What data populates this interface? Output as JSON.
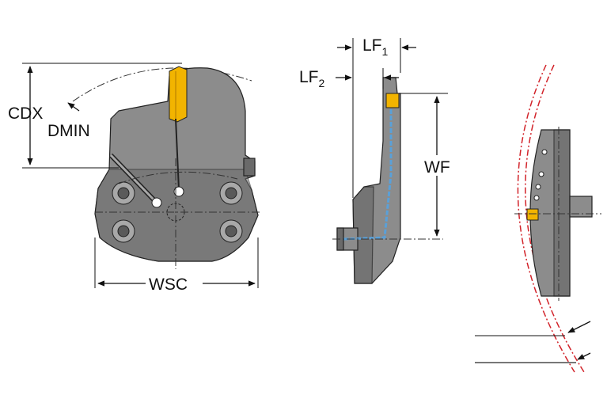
{
  "labels": {
    "cdx": "CDX",
    "dmin": "DMIN",
    "wsc": "WSC",
    "lf1": "LF",
    "lf1_sub": "1",
    "lf2": "LF",
    "lf2_sub": "2",
    "wf": "WF"
  },
  "colors": {
    "body": "#8c8c8c",
    "body_dark": "#6a6a6a",
    "insert": "#f2b400",
    "coolant": "#5aa0d8",
    "workpiece": "#d2232a"
  }
}
